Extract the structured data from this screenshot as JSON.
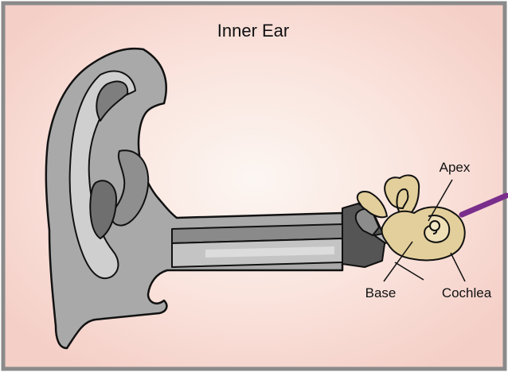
{
  "diagram": {
    "title": "Inner Ear",
    "labels": {
      "apex": "Apex",
      "base": "Base",
      "cochlea": "Cochlea"
    }
  },
  "colors": {
    "border": "#8a8a8a",
    "background_center": "#fbf3ef",
    "background_edge": "#f7d4cd",
    "ear_gray": "#a8a8a8",
    "ear_light": "#c9c9c9",
    "ear_dark": "#6c6c6c",
    "bone": "#e3cf9b",
    "nerve": "#7a2e8c"
  }
}
